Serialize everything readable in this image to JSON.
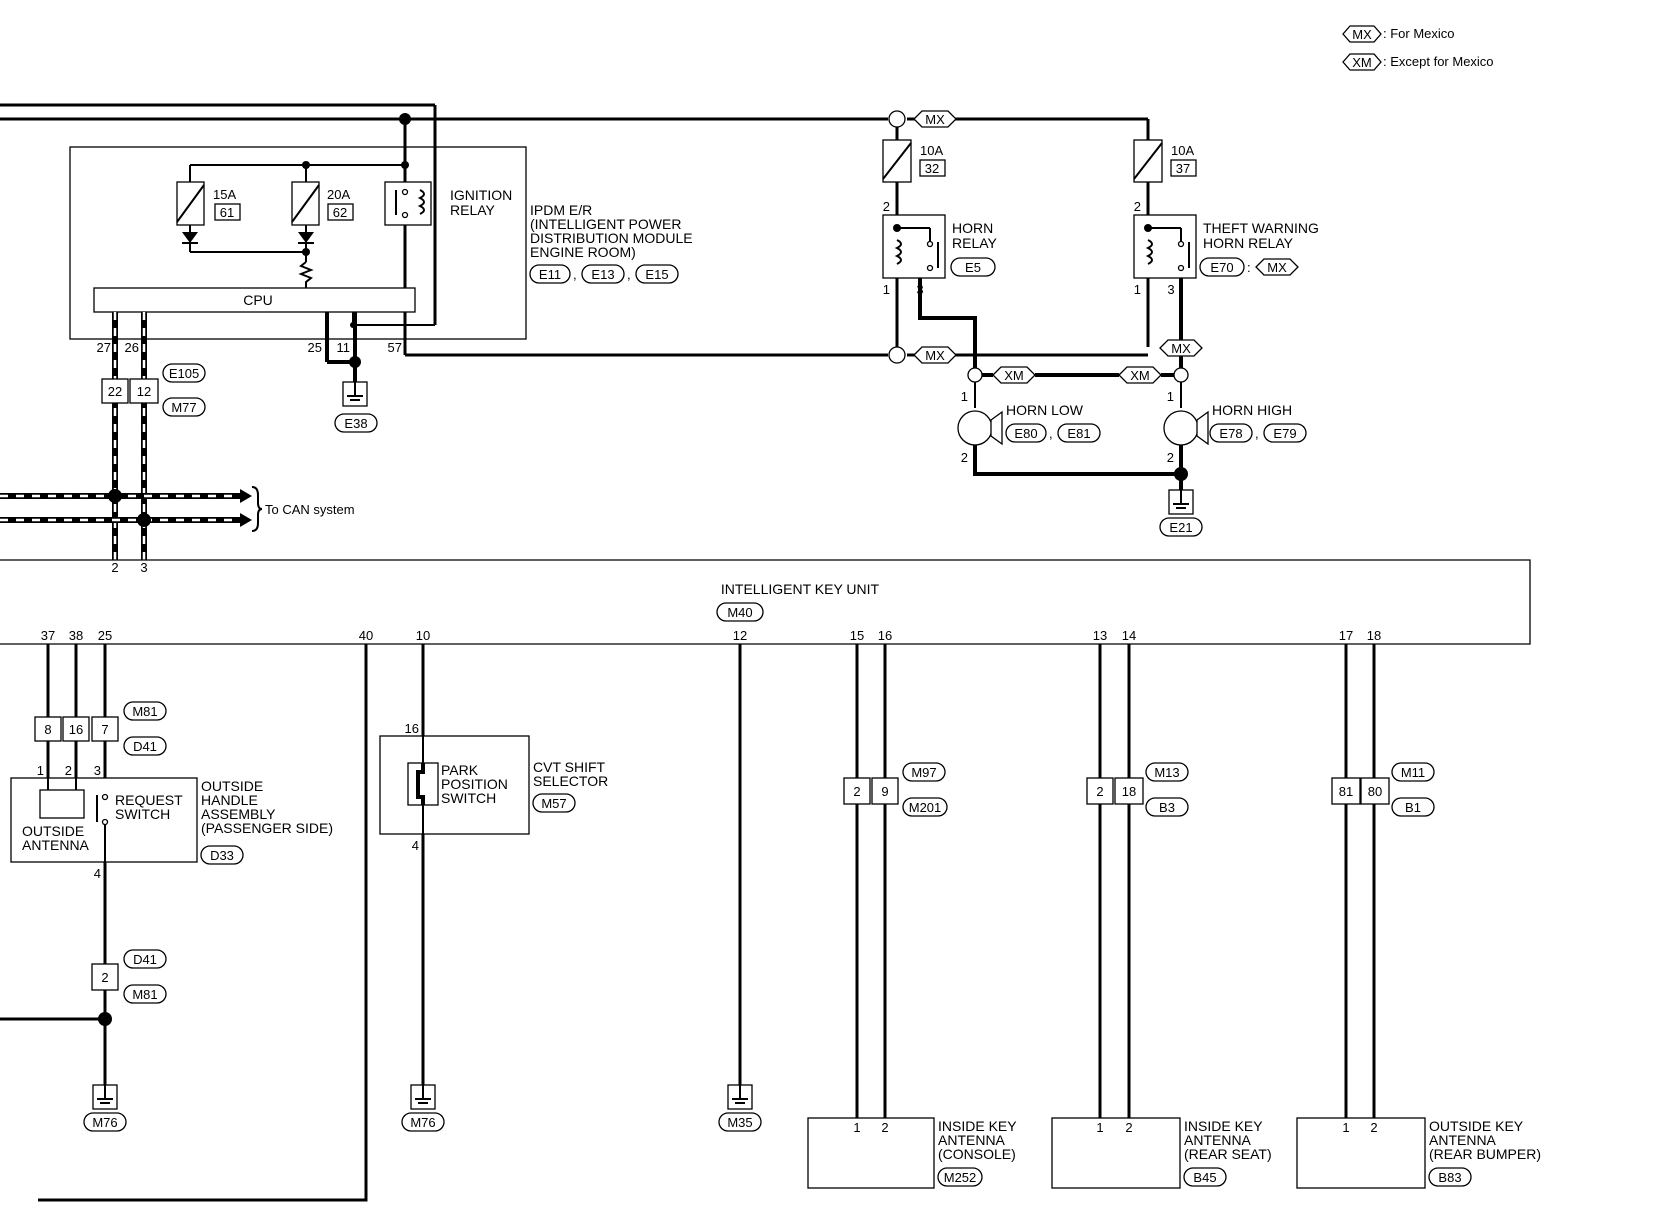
{
  "legend": {
    "mx_code": "MX",
    "mx_text": ": For Mexico",
    "xm_code": "XM",
    "xm_text": ": Except for Mexico"
  },
  "ipdm": {
    "fuse1_amp": "15A",
    "fuse1_no": "61",
    "fuse2_amp": "20A",
    "fuse2_no": "62",
    "relay_label_1": "IGNITION",
    "relay_label_2": "RELAY",
    "cpu": "CPU",
    "title_1": "IPDM E/R",
    "title_2": "(INTELLIGENT POWER",
    "title_3": "DISTRIBUTION MODULE",
    "title_4": "ENGINE ROOM)",
    "conn_1": "E11",
    "conn_2": "E13",
    "conn_3": "E15",
    "sep": ",",
    "pin_27": "27",
    "pin_26": "26",
    "pin_25": "25",
    "pin_11": "11",
    "pin_57": "57"
  },
  "joint": {
    "a": "22",
    "b": "12",
    "conn_top": "E105",
    "conn_bottom": "M77"
  },
  "ground_e38": "E38",
  "can": {
    "label": "To CAN system",
    "pin_2": "2",
    "pin_3": "3"
  },
  "horn": {
    "fuse_a_amp": "10A",
    "fuse_a_no": "32",
    "fuse_b_amp": "10A",
    "fuse_b_no": "37",
    "mx": "MX",
    "xm": "XM",
    "horn_relay_1": "HORN",
    "horn_relay_2": "RELAY",
    "horn_relay_conn": "E5",
    "theft_1": "THEFT WARNING",
    "theft_2": "HORN RELAY",
    "theft_conn": "E70",
    "theft_colon": ":",
    "low": "HORN LOW",
    "low_c1": "E80",
    "low_c2": "E81",
    "high": "HORN HIGH",
    "high_c1": "E78",
    "high_c2": "E79",
    "comma": ",",
    "ground": "E21",
    "p1": "1",
    "p2": "2",
    "p3": "3"
  },
  "iku": {
    "title": "INTELLIGENT KEY UNIT",
    "conn": "M40",
    "pins": [
      "37",
      "38",
      "25",
      "40",
      "10",
      "12",
      "15",
      "16",
      "13",
      "14",
      "17",
      "18"
    ]
  },
  "ohandle": {
    "jc": [
      "8",
      "16",
      "7"
    ],
    "jc_top": "M81",
    "jc_bottom": "D41",
    "p1": "1",
    "p2": "2",
    "p3": "3",
    "p4": "4",
    "req_1": "REQUEST",
    "req_2": "SWITCH",
    "ant_1": "OUTSIDE",
    "ant_2": "ANTENNA",
    "title_1": "OUTSIDE",
    "title_2": "HANDLE",
    "title_3": "ASSEMBLY",
    "title_4": "(PASSENGER SIDE)",
    "conn": "D33",
    "j2": "2",
    "j2_top": "D41",
    "j2_bottom": "M81",
    "ground": "M76"
  },
  "cvt": {
    "p16": "16",
    "p4": "4",
    "sw_1": "PARK",
    "sw_2": "POSITION",
    "sw_3": "SWITCH",
    "title_1": "CVT SHIFT",
    "title_2": "SELECTOR",
    "conn": "M57",
    "ground": "M76"
  },
  "g_m35": "M35",
  "console": {
    "jc": [
      "2",
      "9"
    ],
    "jc_top": "M97",
    "jc_bottom": "M201",
    "p1": "1",
    "p2": "2",
    "t1": "INSIDE KEY",
    "t2": "ANTENNA",
    "t3": "(CONSOLE)",
    "conn": "M252"
  },
  "rear_seat": {
    "jc": [
      "2",
      "18"
    ],
    "jc_top": "M13",
    "jc_bottom": "B3",
    "p1": "1",
    "p2": "2",
    "t1": "INSIDE KEY",
    "t2": "ANTENNA",
    "t3": "(REAR SEAT)",
    "conn": "B45"
  },
  "rear_bumper": {
    "jc": [
      "81",
      "80"
    ],
    "jc_top": "M11",
    "jc_bottom": "B1",
    "p1": "1",
    "p2": "2",
    "t1": "OUTSIDE KEY",
    "t2": "ANTENNA",
    "t3": "(REAR BUMPER)",
    "conn": "B83"
  }
}
